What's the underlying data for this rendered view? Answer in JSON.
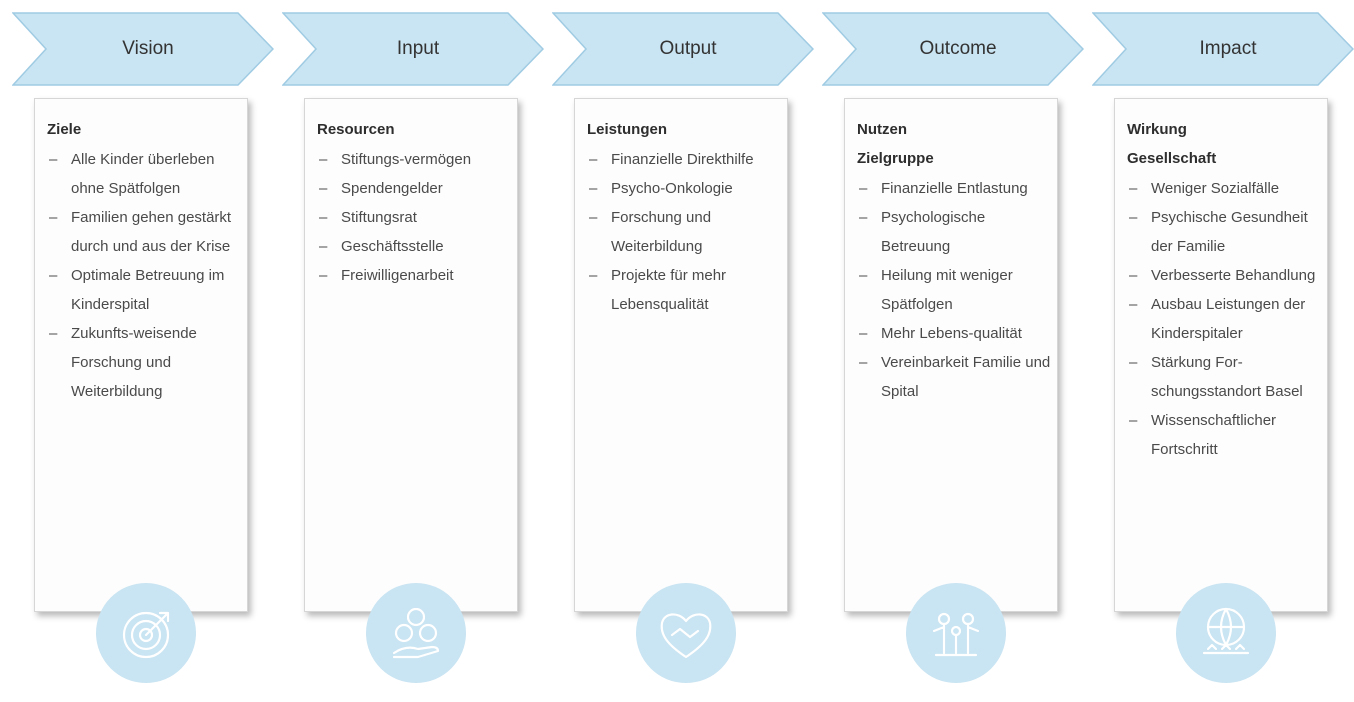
{
  "columns": [
    {
      "title": "Vision",
      "heading": [
        "Ziele"
      ],
      "items": [
        "Alle Kinder überleben ohne Spätfolgen",
        "Familien gehen gestärkt durch und aus der Krise",
        "Optimale Betreuung im Kinderspital",
        "Zukunfts-weisende Forschung und Weiterbildung"
      ],
      "icon": "target-icon"
    },
    {
      "title": "Input",
      "heading": [
        "Resourcen"
      ],
      "items": [
        "Stiftungs-vermögen",
        "Spendengelder",
        "Stiftungsrat",
        "Geschäftsstelle",
        "Freiwilligenarbeit"
      ],
      "icon": "coins-hand-icon"
    },
    {
      "title": "Output",
      "heading": [
        "Leistungen"
      ],
      "items": [
        "Finanzielle Direkthilfe",
        "Psycho-Onkologie",
        "Forschung und Weiterbildung",
        "Projekte für mehr Lebensqualität"
      ],
      "icon": "handshake-heart-icon"
    },
    {
      "title": "Outcome",
      "heading": [
        "Nutzen",
        "Zielgruppe"
      ],
      "items": [
        "Finanzielle Entlastung",
        "Psychologische Betreuung",
        "Heilung mit weniger Spätfolgen",
        "Mehr Lebens-qualität",
        "Vereinbarkeit Familie und Spital"
      ],
      "icon": "family-icon"
    },
    {
      "title": "Impact",
      "heading": [
        "Wirkung",
        "Gesellschaft"
      ],
      "items": [
        "Weniger Sozialfälle",
        "Psychische Gesundheit der Familie",
        "Verbesserte Behandlung",
        "Ausbau Leistungen der Kinderspitaler",
        "Stärkung For-schungsstandort Basel",
        "Wissenschaftlicher Fortschritt"
      ],
      "icon": "globe-community-icon"
    }
  ],
  "dash": "–",
  "colors": {
    "chevron_fill": "#c9e4f2",
    "chevron_stroke": "#9fcbe3",
    "icon_line": "#ffffff"
  }
}
